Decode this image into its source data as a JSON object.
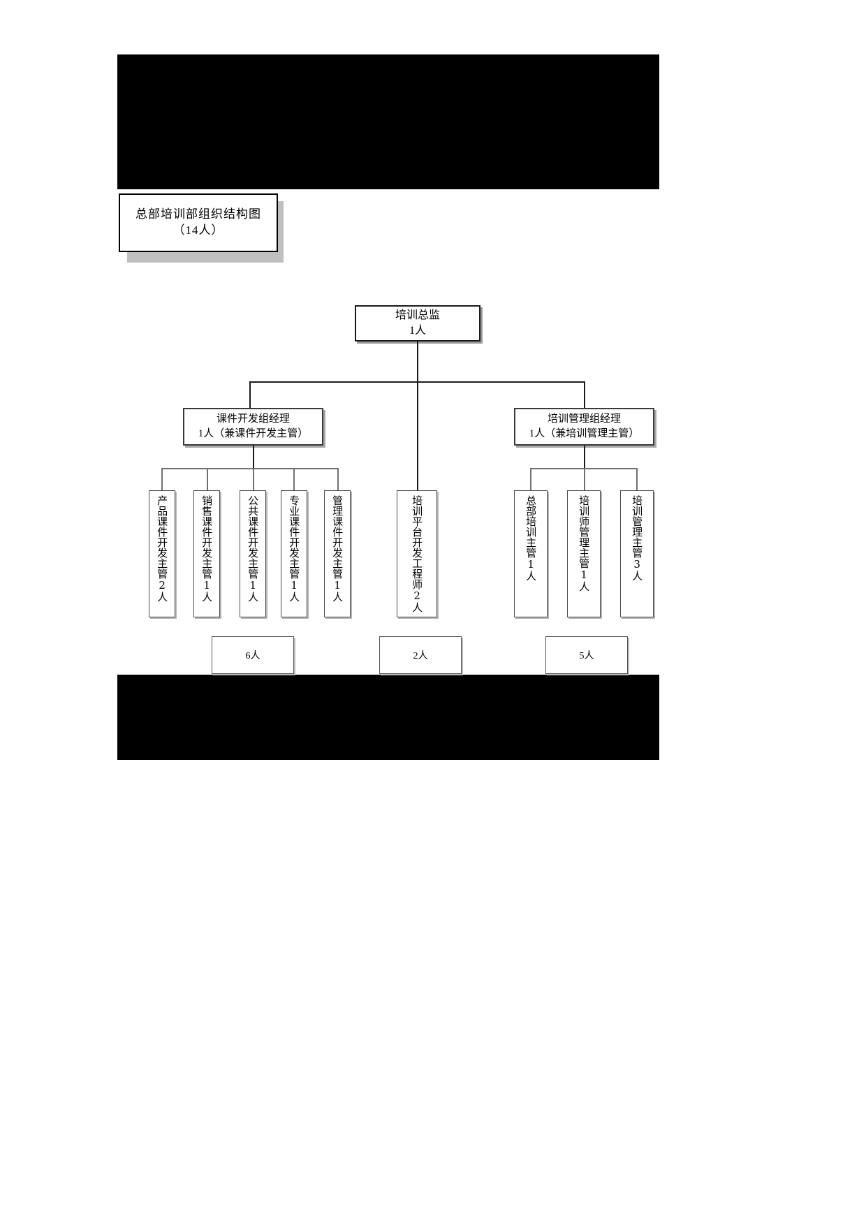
{
  "document": {
    "title_box": {
      "line1": "总部培训部组织结构图",
      "line2": "（14人）"
    }
  },
  "chart_data": {
    "type": "diagram",
    "title": "总部培训部组织结构图（14人）",
    "total_headcount": "14人"
  },
  "org": {
    "root": {
      "role": "培训总监",
      "count": "1人"
    },
    "managers": [
      {
        "role": "课件开发组经理",
        "count": "1人（兼课件开发主管）"
      },
      {
        "role": "培训管理组经理",
        "count": "1人（兼培训管理主管）"
      }
    ],
    "courseware_group": [
      {
        "label": "产品课件开发主管2人"
      },
      {
        "label": "销售课件开发主管1人"
      },
      {
        "label": "公共课件开发主管1人"
      },
      {
        "label": "专业课件开发主管1人"
      },
      {
        "label": "管理课件开发主管1人"
      }
    ],
    "platform_group": [
      {
        "label": "培训平台开发工程师2人"
      }
    ],
    "training_mgmt_group": [
      {
        "label": "总部培训主管1人"
      },
      {
        "label": "培训师管理主管1人"
      },
      {
        "label": "培训管理主管3人"
      }
    ],
    "totals": {
      "courseware": "6人",
      "platform": "2人",
      "training_mgmt": "5人"
    }
  }
}
